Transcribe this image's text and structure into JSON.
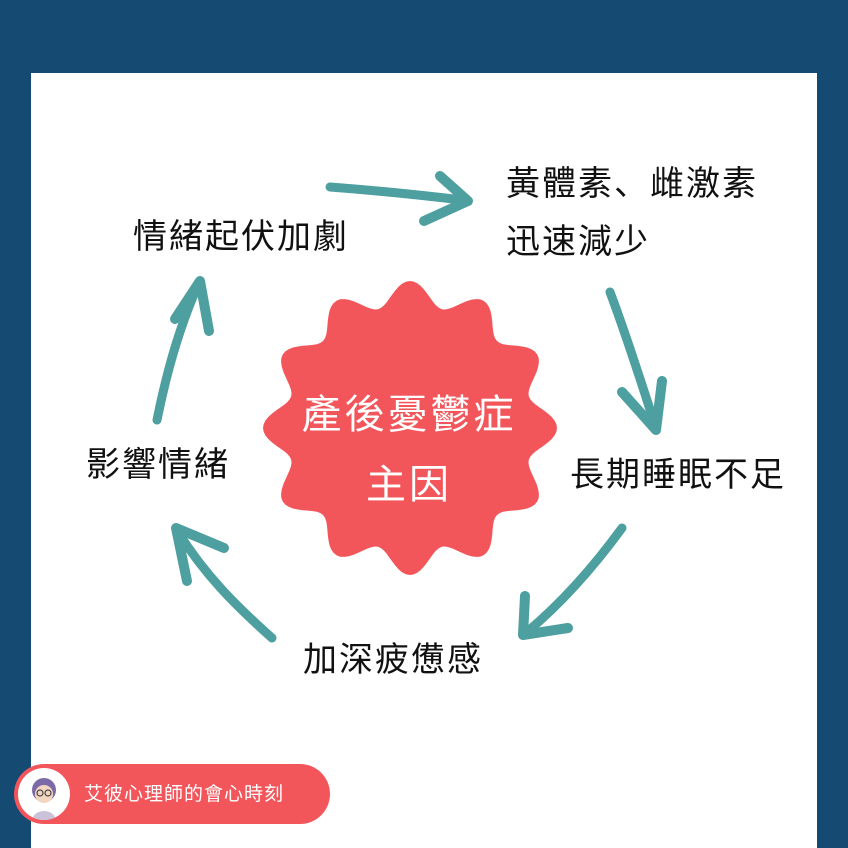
{
  "colors": {
    "background": "#154a72",
    "panel": "#ffffff",
    "center_badge": "#f2555a",
    "arrow": "#4e9fa0",
    "footer": "#f2555a"
  },
  "center": {
    "line1": "產後憂鬱症",
    "line2": "主因"
  },
  "cycle_nodes": {
    "hormone_line1": "黃體素、雌激素",
    "hormone_line2": "迅速減少",
    "sleep": "長期睡眠不足",
    "fatigue": "加深疲憊感",
    "affect": "影響情緒",
    "mood": "情緒起伏加劇"
  },
  "footer": {
    "label": "艾彼心理師的會心時刻",
    "avatar_icon": "avatar-icon"
  }
}
